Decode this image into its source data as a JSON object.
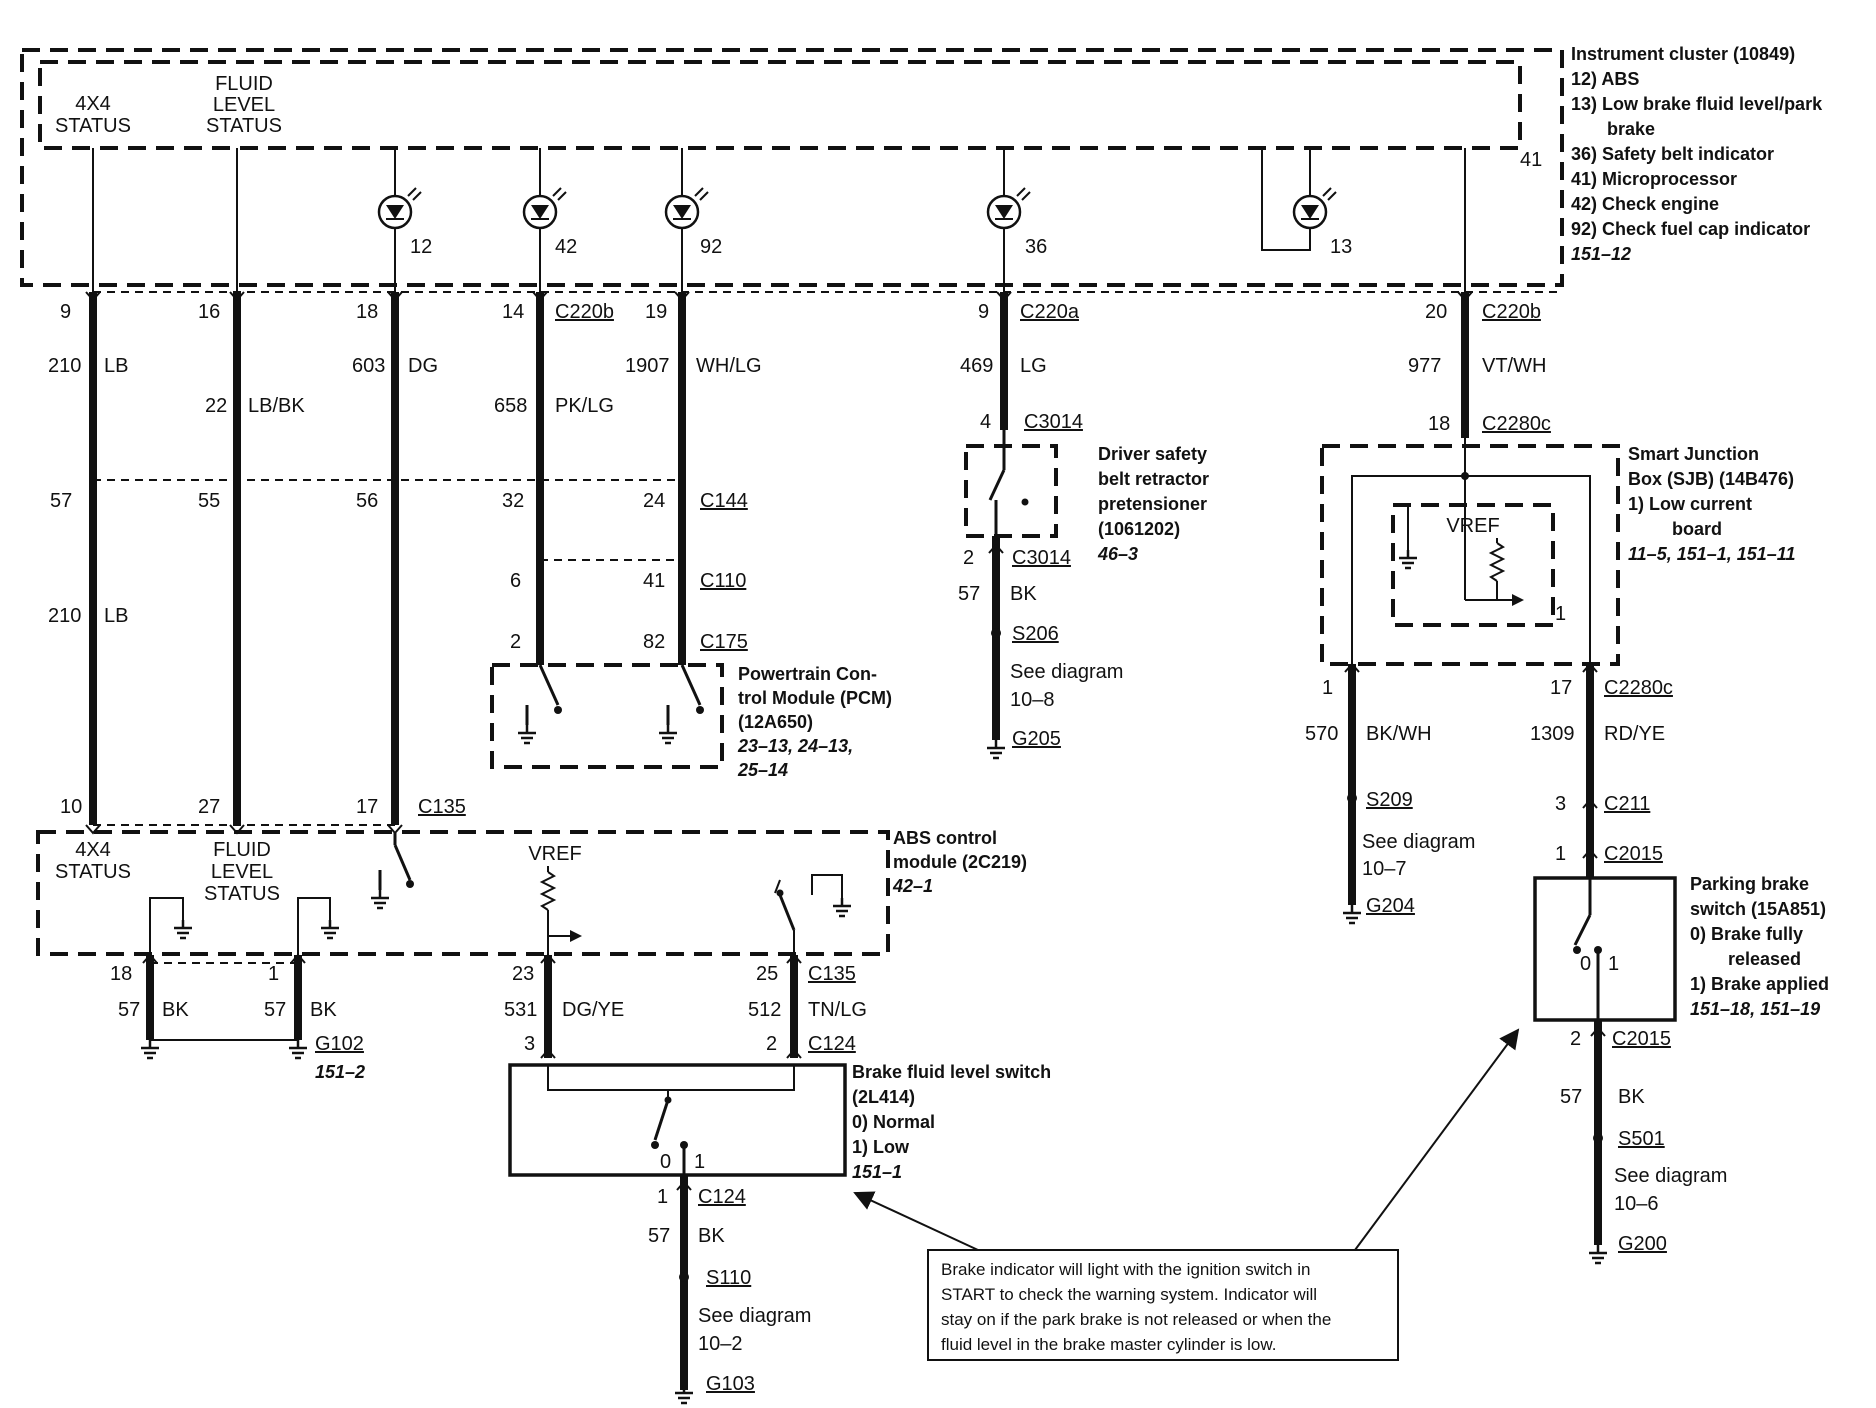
{
  "instrument_cluster": {
    "title": "Instrument cluster (10849)",
    "legend": [
      "12) ABS",
      "13) Low brake fluid level/park",
      "brake",
      "36) Safety belt indicator",
      "41) Microprocessor",
      "42) Check engine",
      "92) Check fuel cap indicator"
    ],
    "ref": "151–12",
    "pin_41": "41",
    "label_4x4": [
      "4X4",
      "STATUS"
    ],
    "label_fluid": [
      "FLUID",
      "LEVEL",
      "STATUS"
    ],
    "lamps": [
      "12",
      "42",
      "92",
      "36",
      "13"
    ]
  },
  "wires_top": {
    "w1": {
      "pin_top": "9",
      "circuit": "210",
      "color": "LB",
      "pin_bot": "57"
    },
    "w2": {
      "pin_top": "16",
      "circuit": "22",
      "color": "LB/BK",
      "pin_bot": "55"
    },
    "w3": {
      "pin_top": "18",
      "circuit": "603",
      "color": "DG",
      "pin_bot": "56"
    },
    "w4": {
      "pin_top": "14",
      "connector": "C220b",
      "circuit": "658",
      "color": "PK/LG",
      "pin_bot": "32",
      "pin_c110": "6",
      "pin_c175": "2"
    },
    "w5": {
      "pin_top": "19",
      "circuit": "1907",
      "color": "WH/LG",
      "pin_bot": "24",
      "conn_bot": "C144",
      "pin_c110": "41",
      "conn_c110": "C110",
      "pin_c175": "82",
      "conn_c175": "C175"
    },
    "w6": {
      "pin_top": "9",
      "connector": "C220a",
      "circuit": "469",
      "color": "LG",
      "pin_c3014": "4",
      "conn_c3014": "C3014"
    },
    "w7": {
      "pin_top": "20",
      "connector": "C220b",
      "circuit": "977",
      "color": "VT/WH",
      "pin_c2280": "18",
      "conn_c2280": "C2280c"
    }
  },
  "lower_lb": {
    "circuit": "210",
    "color": "LB"
  },
  "pcm": {
    "lines": [
      "Powertrain Con-",
      "trol Module (PCM)",
      "(12A650)"
    ],
    "refs": [
      "23–13, 24–13,",
      "25–14"
    ]
  },
  "safety_belt": {
    "lines": [
      "Driver safety",
      "belt retractor",
      "pretensioner",
      "(1061202)"
    ],
    "ref": "46–3",
    "pin_out": "2",
    "conn_out": "C3014",
    "circuit": "57",
    "color": "BK",
    "splice": "S206",
    "see": [
      "See diagram",
      "10–8"
    ],
    "ground": "G205"
  },
  "sjb": {
    "lines": [
      "Smart Junction",
      "Box (SJB) (14B476)"
    ],
    "items": [
      "1)   Low current",
      "board"
    ],
    "refs": "11–5, 151–1, 151–11",
    "vref": "VREF",
    "pin_1": "1",
    "left": {
      "pin": "1",
      "circuit": "570",
      "color": "BK/WH",
      "splice": "S209",
      "see": [
        "See diagram",
        "10–7"
      ],
      "ground": "G204"
    },
    "right": {
      "pin": "17",
      "conn": "C2280c",
      "circuit": "1309",
      "color": "RD/YE",
      "pin_c211": "3",
      "conn_c211": "C211",
      "pin_c2015": "1",
      "conn_c2015": "C2015"
    }
  },
  "abs": {
    "lines": [
      "ABS control",
      "module (2C219)"
    ],
    "ref": "42–1",
    "pins_top": [
      "10",
      "27",
      "17"
    ],
    "conn_top": "C135",
    "label_4x4": [
      "4X4",
      "STATUS"
    ],
    "label_fluid": [
      "FLUID",
      "LEVEL",
      "STATUS"
    ],
    "vref": "VREF",
    "gnd1": {
      "pin": "18",
      "circuit": "57",
      "color": "BK"
    },
    "gnd2": {
      "pin": "1",
      "circuit": "57",
      "color": "BK",
      "ground": "G102",
      "ref": "151–2"
    },
    "sig1": {
      "pin": "23",
      "circuit": "531",
      "color": "DG/YE",
      "pin_c124": "3"
    },
    "sig2": {
      "pin": "25",
      "conn": "C135",
      "circuit": "512",
      "color": "TN/LG",
      "pin_c124": "2",
      "conn_c124": "C124"
    }
  },
  "brake_fluid_switch": {
    "lines": [
      "Brake fluid level switch",
      "(2L414)"
    ],
    "items": [
      "0)   Normal",
      "1)   Low"
    ],
    "ref": "151–1",
    "pos0": "0",
    "pos1": "1",
    "pin_out": "1",
    "conn_out": "C124",
    "circuit": "57",
    "color": "BK",
    "splice": "S110",
    "see": [
      "See diagram",
      "10–2"
    ],
    "ground": "G103"
  },
  "parking_brake": {
    "lines": [
      "Parking brake",
      "switch (15A851)"
    ],
    "items": [
      "0)   Brake fully",
      "released",
      "1)   Brake applied"
    ],
    "refs": "151–18, 151–19",
    "pos0": "0",
    "pos1": "1",
    "pin_out": "2",
    "conn_out": "C2015",
    "circuit": "57",
    "color": "BK",
    "splice": "S501",
    "see": [
      "See diagram",
      "10–6"
    ],
    "ground": "G200"
  },
  "note": {
    "lines": [
      "Brake indicator will light with the ignition switch in",
      "START to check the warning system. Indicator will",
      "stay on if the park brake is not released or when the",
      "fluid level in the brake master cylinder is low."
    ]
  }
}
